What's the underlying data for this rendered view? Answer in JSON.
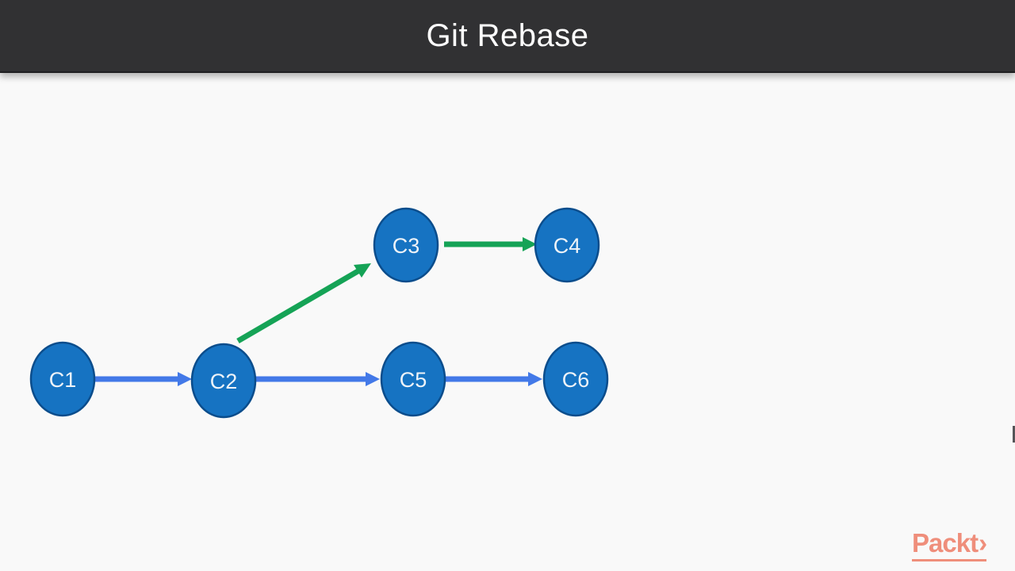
{
  "header": {
    "title": "Git Rebase"
  },
  "diagram": {
    "nodes": [
      {
        "id": "C1",
        "label": "C1"
      },
      {
        "id": "C2",
        "label": "C2"
      },
      {
        "id": "C3",
        "label": "C3"
      },
      {
        "id": "C4",
        "label": "C4"
      },
      {
        "id": "C5",
        "label": "C5"
      },
      {
        "id": "C6",
        "label": "C6"
      }
    ],
    "edges": [
      {
        "from": "C1",
        "to": "C2",
        "color_key": "blue"
      },
      {
        "from": "C2",
        "to": "C3",
        "color_key": "green"
      },
      {
        "from": "C3",
        "to": "C4",
        "color_key": "green"
      },
      {
        "from": "C2",
        "to": "C5",
        "color_key": "blue"
      },
      {
        "from": "C5",
        "to": "C6",
        "color_key": "blue"
      }
    ],
    "colors": {
      "node_fill": "#1673c2",
      "node_border": "#0b4d8c",
      "blue": "#4379e8",
      "green": "#15a356",
      "label": "#eef3f8"
    }
  },
  "footer": {
    "logo_text": "Packt",
    "logo_chevron": "›",
    "logo_color": "#ef8e7b"
  }
}
